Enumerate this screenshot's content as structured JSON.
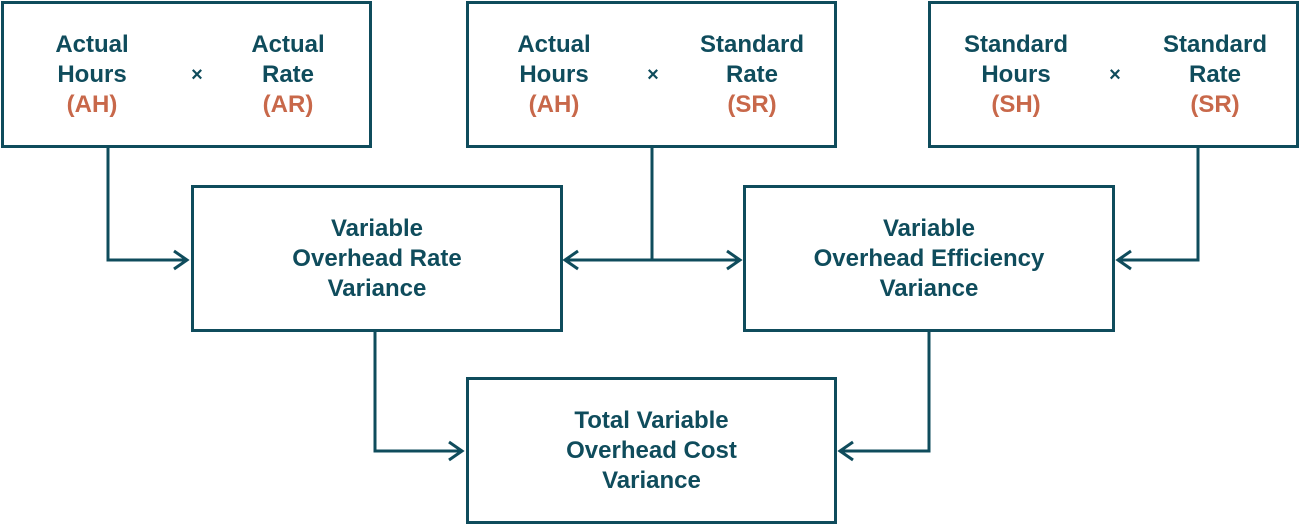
{
  "colors": {
    "primary": "#0f4c5c",
    "accent": "#c8684a"
  },
  "top_boxes": [
    {
      "left": {
        "line1": "Actual",
        "line2": "Hours",
        "abbr": "(AH)"
      },
      "operator": "×",
      "right": {
        "line1": "Actual",
        "line2": "Rate",
        "abbr": "(AR)"
      }
    },
    {
      "left": {
        "line1": "Actual",
        "line2": "Hours",
        "abbr": "(AH)"
      },
      "operator": "×",
      "right": {
        "line1": "Standard",
        "line2": "Rate",
        "abbr": "(SR)"
      }
    },
    {
      "left": {
        "line1": "Standard",
        "line2": "Hours",
        "abbr": "(SH)"
      },
      "operator": "×",
      "right": {
        "line1": "Standard",
        "line2": "Rate",
        "abbr": "(SR)"
      }
    }
  ],
  "rate_variance": {
    "line1": "Variable",
    "line2": "Overhead Rate",
    "line3": "Variance"
  },
  "efficiency_variance": {
    "line1": "Variable",
    "line2": "Overhead Efficiency",
    "line3": "Variance"
  },
  "total_variance": {
    "line1": "Total Variable",
    "line2": "Overhead Cost",
    "line3": "Variance"
  }
}
